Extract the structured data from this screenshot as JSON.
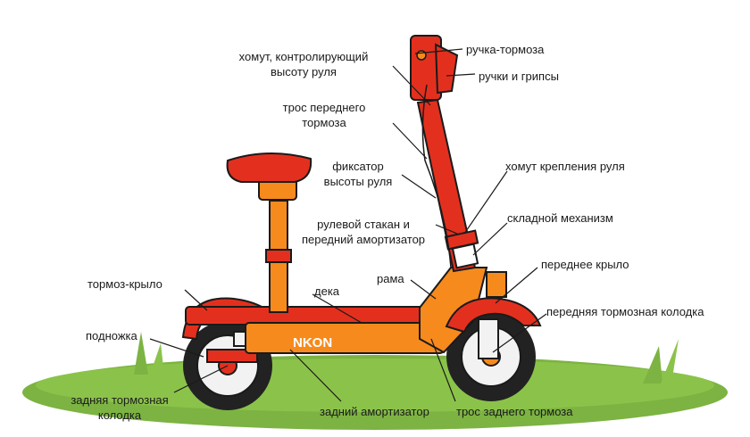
{
  "brand": "NKON",
  "labels": {
    "brake_handle": "ручка-тормоза",
    "grips": "ручки и грипсы",
    "height_clamp_1": "хомут, контролирующий",
    "height_clamp_2": "высоту руля",
    "front_cable_1": "трос переднего",
    "front_cable_2": "тормоза",
    "height_lock_1": "фиксатор",
    "height_lock_2": "высоты руля",
    "bar_clamp": "хомут крепления руля",
    "steering_1": "рулевой стакан и",
    "steering_2": "передний амортизатор",
    "folding": "складной механизм",
    "frame": "рама",
    "front_fender": "переднее крыло",
    "deck": "дека",
    "fender_brake": "тормоз-крыло",
    "front_pad": "передняя тормозная колодка",
    "kickstand": "подножка",
    "rear_pad_1": "задняя тормозная",
    "rear_pad_2": "колодка",
    "rear_shock": "задний амортизатор",
    "rear_cable": "трос заднего тормоза"
  },
  "colors": {
    "red": "#e3301e",
    "orange": "#f78a1d",
    "grass": "#7cb342",
    "tire": "#222222",
    "outline": "#1a1a1a"
  }
}
